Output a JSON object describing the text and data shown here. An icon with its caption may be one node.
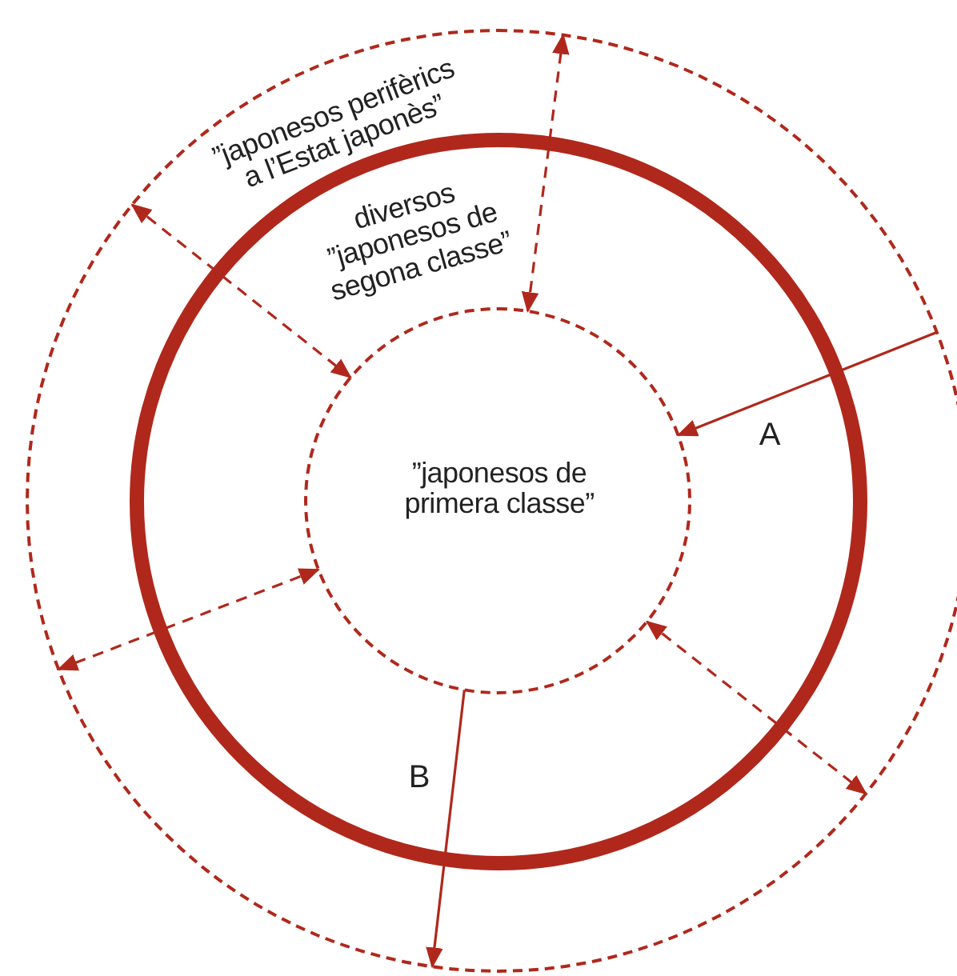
{
  "diagram": {
    "nodes": [
      {
        "text": [
          "”japonesos perifèrics a l’Estat japonès”"
        ]
      },
      {
        "text": [
          "diversos ”japonesos de segona classe”"
        ],
        "in": 0
      },
      {
        "text": [
          "”japonesos de primera classe”"
        ],
        "in": 1
      }
    ],
    "edges": [
      {
        "from": 2,
        "to": 0,
        "arrow": "both",
        "style": "dashed"
      },
      {
        "from": 0,
        "to": 2,
        "arrow": "both",
        "style": "dashed"
      },
      {
        "from": 2,
        "to": 0,
        "arrow": "both",
        "style": "dashed"
      },
      {
        "from": 2,
        "to": 0,
        "arrow": "both",
        "style": "dashed"
      },
      {
        "from": 0,
        "to": 2,
        "arrow": "to",
        "label": "A"
      },
      {
        "from": 2,
        "to": 0,
        "arrow": "to",
        "label": "B"
      }
    ]
  }
}
